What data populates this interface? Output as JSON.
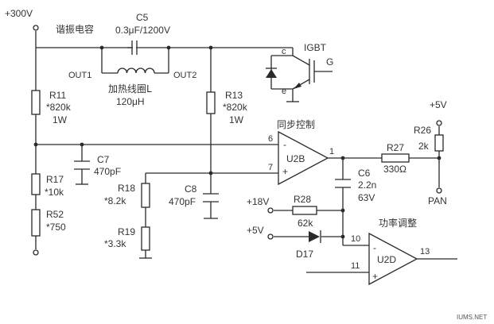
{
  "labels": {
    "v300": "+300V",
    "resonant_cap_cn": "谐振电容",
    "c5_name": "C5",
    "c5_value": "0.3μF/1200V",
    "out1": "OUT1",
    "out2": "OUT2",
    "coil_cn": "加热线圈L",
    "coil_value": "120μH",
    "igbt": "IGBT",
    "pin_c": "c",
    "pin_g": "G",
    "pin_e": "e",
    "r11_name": "R11",
    "r11_value": "*820k",
    "r11_power": "1W",
    "r13_name": "R13",
    "r13_value": "*820k",
    "r13_power": "1W",
    "sync_cn": "同步控制",
    "v5_top": "+5V",
    "r26_name": "R26",
    "r26_value": "2k",
    "pin6": "6",
    "pin7": "7",
    "pin1": "1",
    "u2b": "U2B",
    "minus": "-",
    "plus": "+",
    "r27_name": "R27",
    "r27_value": "330Ω",
    "c7_name": "C7",
    "c7_value": "470pF",
    "c6_name": "C6",
    "c6_value": "2.2n",
    "c6_volt": "63V",
    "pan": "PAN",
    "r17_name": "R17",
    "r17_value": "*10k",
    "r18_name": "R18",
    "r18_value": "*8.2k",
    "c8_name": "C8",
    "c8_value": "470pF",
    "v18": "+18V",
    "r28_name": "R28",
    "r28_value": "62k",
    "power_cn": "功率调整",
    "r52_name": "R52",
    "r52_value": "*750",
    "v5_mid": "+5V",
    "pin10": "10",
    "pin11": "11",
    "pin13": "13",
    "d17": "D17",
    "u2d": "U2D",
    "r19_name": "R19",
    "r19_value": "*3.3k",
    "watermark": "IUMS.NET"
  }
}
